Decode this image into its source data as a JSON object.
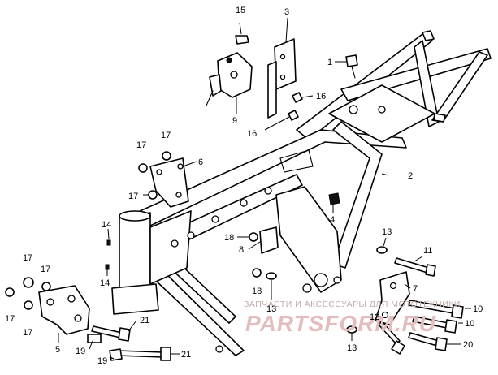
{
  "callouts": {
    "c15": "15",
    "c3": "3",
    "c1": "1",
    "c9": "9",
    "c16a": "16",
    "c16b": "16",
    "c17a": "17",
    "c17b": "17",
    "c6": "6",
    "c17c": "17",
    "c2": "2",
    "c4": "4",
    "c14a": "14",
    "c14b": "14",
    "c18a": "18",
    "c8": "8",
    "c13a": "13",
    "c11": "11",
    "c17d": "17",
    "c17e": "17",
    "c18b": "18",
    "c13b": "13",
    "c7": "7",
    "c17f": "17",
    "c17g": "17",
    "c5": "5",
    "c21a": "21",
    "c19a": "19",
    "c19b": "19",
    "c21b": "21",
    "c12": "12",
    "c10a": "10",
    "c10b": "10",
    "c13c": "13",
    "c20": "20"
  },
  "watermark": {
    "line1": "ЗАПЧАСТИ И АКСЕССУАРЫ ДЛЯ МОТОТЕХНИКИ",
    "line2": "PARTSFORM.RU"
  },
  "colors": {
    "ink": "#000000",
    "watermark_light": "#c9a9a9",
    "watermark_strong": "#e4bcbc"
  }
}
